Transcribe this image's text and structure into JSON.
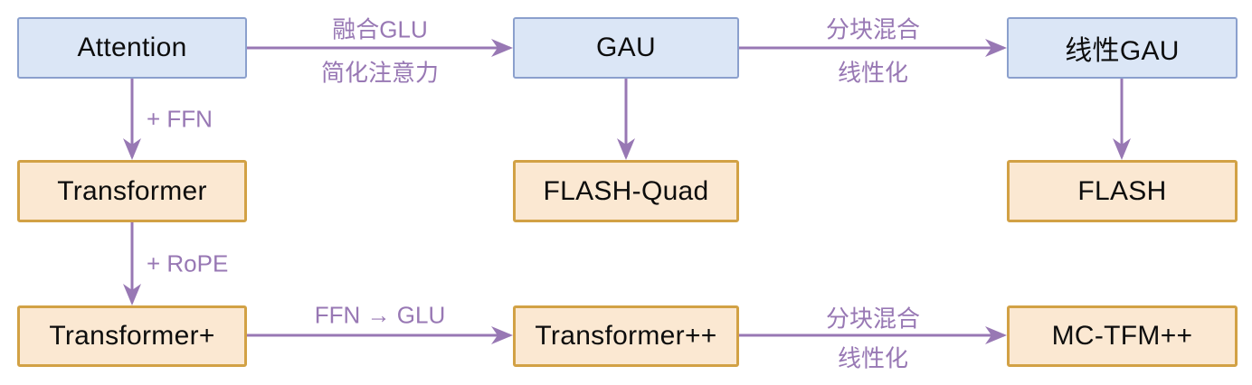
{
  "diagram": {
    "title": "GAU / FLASH model evolution flowchart",
    "colors": {
      "blue_node_fill": "#dbe6f6",
      "blue_node_border": "#8ba0cd",
      "orange_node_fill": "#fbe8d2",
      "orange_node_border": "#d2a145",
      "arrow": "#9878b4",
      "node_text": "#0d0d0d"
    },
    "nodes": [
      {
        "id": "attention",
        "label": "Attention",
        "style": "blue"
      },
      {
        "id": "gau",
        "label": "GAU",
        "style": "blue"
      },
      {
        "id": "linear-gau",
        "label": "线性GAU",
        "style": "blue"
      },
      {
        "id": "transformer",
        "label": "Transformer",
        "style": "orange"
      },
      {
        "id": "flash-quad",
        "label": "FLASH-Quad",
        "style": "orange"
      },
      {
        "id": "flash",
        "label": "FLASH",
        "style": "orange"
      },
      {
        "id": "transformer+",
        "label": "Transformer+",
        "style": "orange"
      },
      {
        "id": "transformer++",
        "label": "Transformer++",
        "style": "orange"
      },
      {
        "id": "mc-tfm++",
        "label": "MC-TFM++",
        "style": "orange"
      }
    ],
    "edges": [
      {
        "from": "attention",
        "to": "gau",
        "direction": "right",
        "label_line1": "融合GLU",
        "label_line2": "简化注意力"
      },
      {
        "from": "gau",
        "to": "linear-gau",
        "direction": "right",
        "label_line1": "分块混合",
        "label_line2": "线性化"
      },
      {
        "from": "attention",
        "to": "transformer",
        "direction": "down",
        "label": "+ FFN"
      },
      {
        "from": "gau",
        "to": "flash-quad",
        "direction": "down",
        "label": ""
      },
      {
        "from": "linear-gau",
        "to": "flash",
        "direction": "down",
        "label": ""
      },
      {
        "from": "transformer",
        "to": "transformer+",
        "direction": "down",
        "label": "+ RoPE"
      },
      {
        "from": "transformer+",
        "to": "transformer++",
        "direction": "right",
        "label": "FFN → GLU"
      },
      {
        "from": "transformer++",
        "to": "mc-tfm++",
        "direction": "right",
        "label_line1": "分块混合",
        "label_line2": "线性化"
      }
    ]
  }
}
